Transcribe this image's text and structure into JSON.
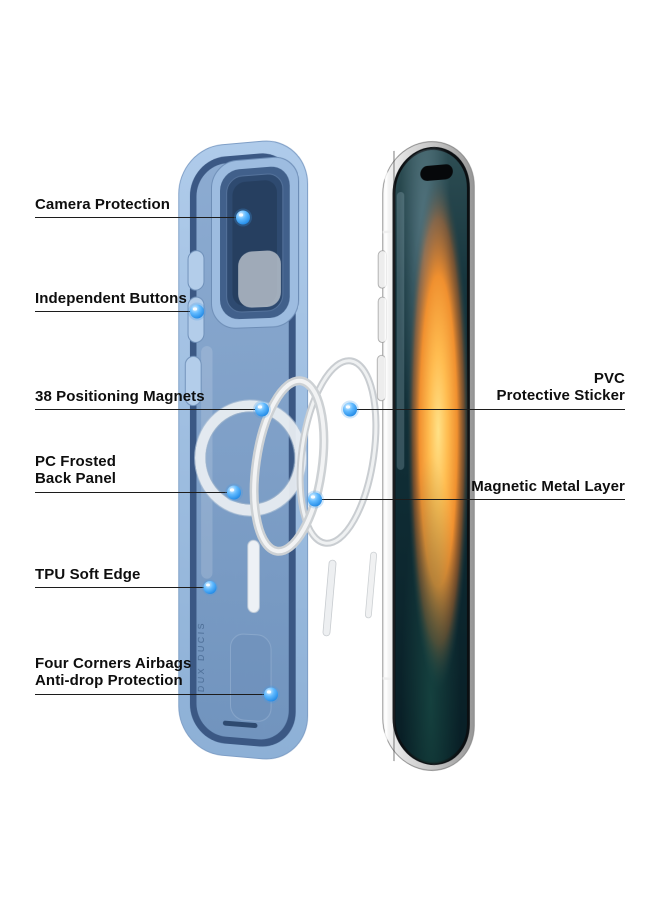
{
  "product_diagram": {
    "brand_text": "DUX DUCIS",
    "callouts_left": [
      {
        "label": "Camera Protection"
      },
      {
        "label": "Independent Buttons"
      },
      {
        "label": "38 Positioning Magnets"
      },
      {
        "label": "PC Frosted\nBack Panel"
      },
      {
        "label": "TPU Soft Edge"
      },
      {
        "label": "Four Corners Airbags\nAnti-drop Protection"
      }
    ],
    "callouts_right": [
      {
        "label": "PVC\nProtective Sticker"
      },
      {
        "label": "Magnetic Metal Layer"
      }
    ],
    "colors": {
      "background": "#FFFFFF",
      "case_blue": "#9FBEE0",
      "case_inner_navy": "#3B5884",
      "callout_dot_blue": "#1E8FE8",
      "ring_gray": "#D2D6D9",
      "phone_frame_silver": "#D9D9D9",
      "screen_orange": "#F5A42B",
      "screen_teal": "#0F2C34"
    }
  }
}
